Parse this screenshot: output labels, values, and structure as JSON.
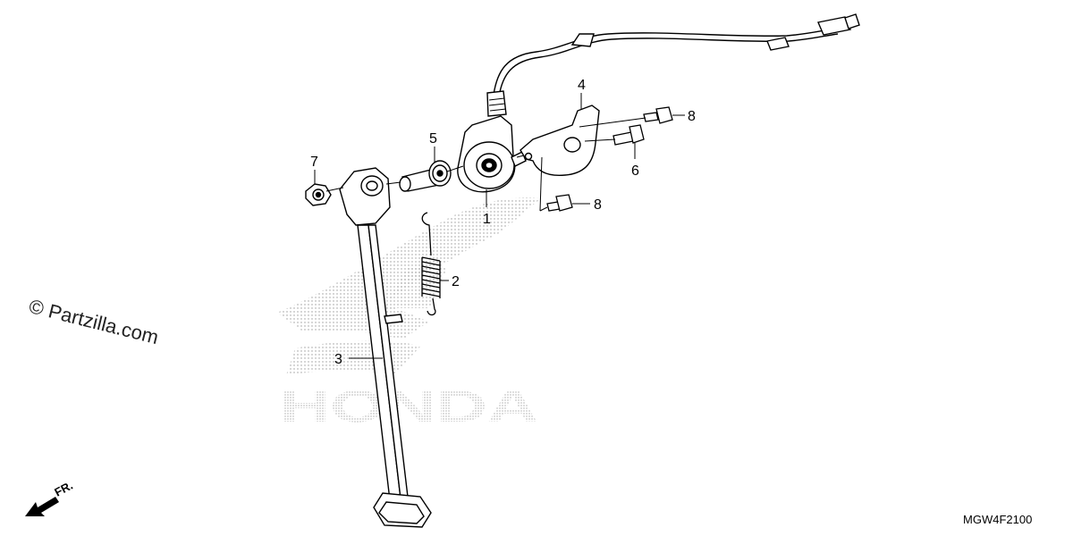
{
  "watermark": "© Partzilla.com",
  "part_code": "MGW4F2100",
  "front_arrow_label": "FR.",
  "logo_text": "HONDA",
  "callouts": {
    "c1": "1",
    "c2": "2",
    "c3": "3",
    "c4": "4",
    "c5": "5",
    "c6": "6",
    "c7": "7",
    "c8a": "8",
    "c8b": "8"
  },
  "colors": {
    "line": "#000000",
    "dots": "#9a9a9a",
    "background": "#ffffff"
  }
}
